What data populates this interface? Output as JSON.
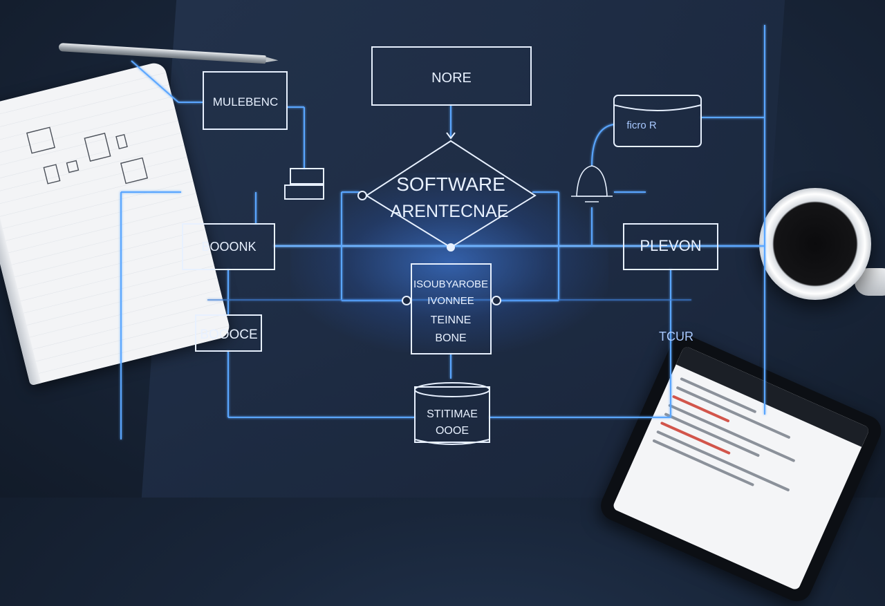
{
  "diagram": {
    "title_line1": "SOFTWARE",
    "title_line2": "ARENTECNAE",
    "top_box": "NORE",
    "upper_left_box": "MULEBENC",
    "left_box": "BOOONK",
    "lower_left_box": "BOOOCE",
    "right_box": "PLEVON",
    "center_box_line1": "ISOUBYAROBE",
    "center_box_line2": "IVONNEE",
    "center_box_line3": "TEINNE",
    "center_box_line4": "BONE",
    "database_line1": "STITIMAE",
    "database_line2": "OOOE",
    "top_right_cylinder": "ficro R",
    "right_floating_label": "TCUR"
  },
  "colors": {
    "line": "#5aa6ff",
    "line_dim": "#3f7fd6",
    "text": "#e8f1ff",
    "glow": "#4a8cff"
  }
}
